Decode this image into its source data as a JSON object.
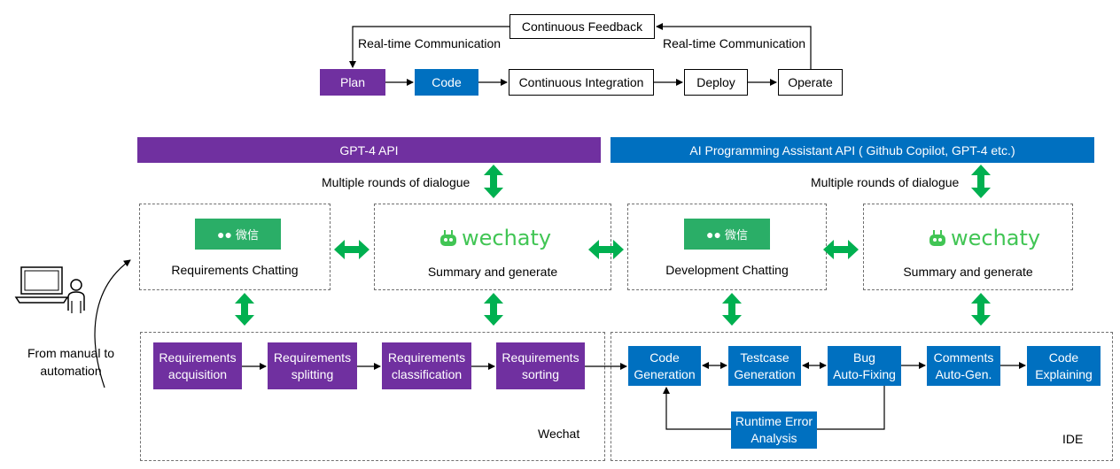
{
  "devops": {
    "feedback": "Continuous Feedback",
    "rtc_left": "Real-time Communication",
    "rtc_right": "Real-time Communication",
    "plan": "Plan",
    "code": "Code",
    "ci": "Continuous Integration",
    "deploy": "Deploy",
    "operate": "Operate"
  },
  "bars": {
    "gpt4": "GPT-4 API",
    "assistant": "AI Programming Assistant API ( Github Copilot, GPT-4 etc.)"
  },
  "dialogue": {
    "left": "Multiple rounds of dialogue",
    "right": "Multiple rounds of dialogue"
  },
  "panels": {
    "req_chat": "Requirements Chatting",
    "summary_left": "Summary and generate",
    "dev_chat": "Development Chatting",
    "summary_right": "Summary and generate",
    "wechat_logo": "微信",
    "wechaty_logo": "wechaty"
  },
  "side": {
    "manual": "From manual to\nautomation"
  },
  "wechat_flow": {
    "steps": [
      "Requirements\nacquisition",
      "Requirements\nsplitting",
      "Requirements\nclassification",
      "Requirements\nsorting"
    ],
    "label": "Wechat"
  },
  "ide_flow": {
    "steps": [
      "Code\nGeneration",
      "Testcase\nGeneration",
      "Bug\nAuto-Fixing",
      "Comments\nAuto-Gen.",
      "Code\nExplaining"
    ],
    "runtime": "Runtime Error\nAnalysis",
    "label": "IDE"
  },
  "colors": {
    "purple": "#7030a0",
    "blue": "#0070c0",
    "green_arrow": "#00b050",
    "wechat_green": "#2aae67",
    "wechaty_green": "#41c554"
  }
}
